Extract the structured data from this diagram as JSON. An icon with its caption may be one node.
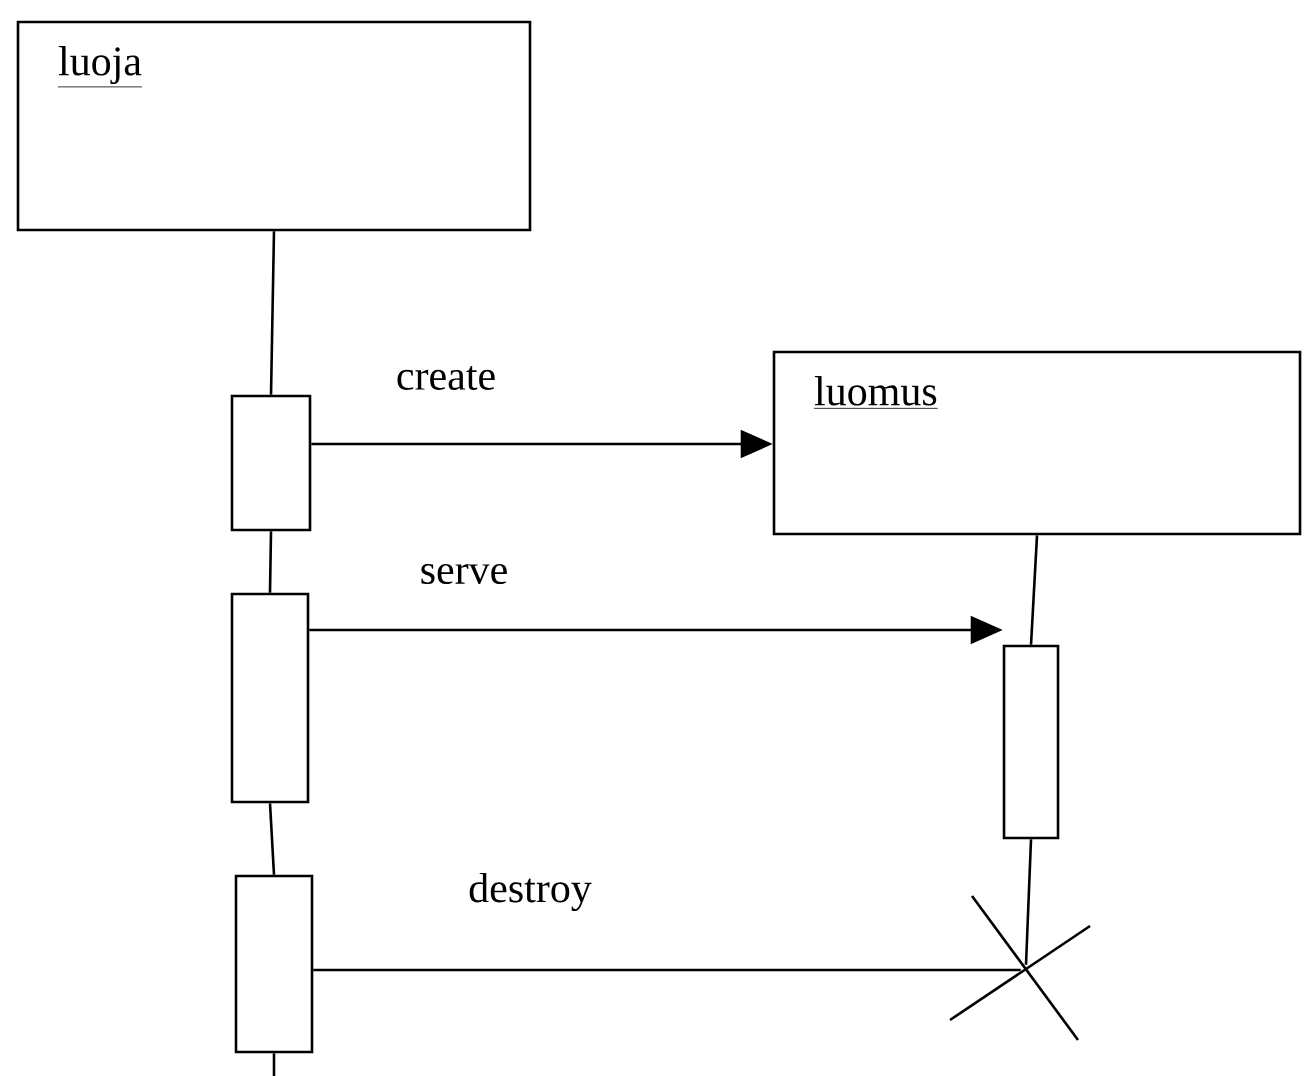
{
  "diagram": {
    "nodes": [
      {
        "text": [
          "luoja"
        ]
      },
      {
        "text": [
          "luomus"
        ]
      },
      {
        "text": [],
        "shape": "box"
      },
      {
        "text": [],
        "shape": "box"
      },
      {
        "text": [],
        "shape": "box"
      },
      {
        "text": [],
        "shape": "box"
      },
      {
        "text": [],
        "shape": "cross"
      }
    ],
    "edges": [
      {
        "from": 0,
        "to": 2,
        "arrow": "none"
      },
      {
        "from": 2,
        "to": 3,
        "arrow": "none"
      },
      {
        "from": 3,
        "to": 4,
        "arrow": "none"
      },
      {
        "from": 4,
        "to": null,
        "arrow": "none"
      },
      {
        "from": 1,
        "to": 5,
        "arrow": "none"
      },
      {
        "from": 5,
        "to": 6,
        "arrow": "none"
      },
      {
        "from": 2,
        "to": 1,
        "arrow": "to",
        "label": "create"
      },
      {
        "from": 3,
        "to": 5,
        "arrow": "to",
        "label": "serve"
      },
      {
        "from": 4,
        "to": 6,
        "arrow": "none",
        "label": "destroy"
      }
    ]
  }
}
